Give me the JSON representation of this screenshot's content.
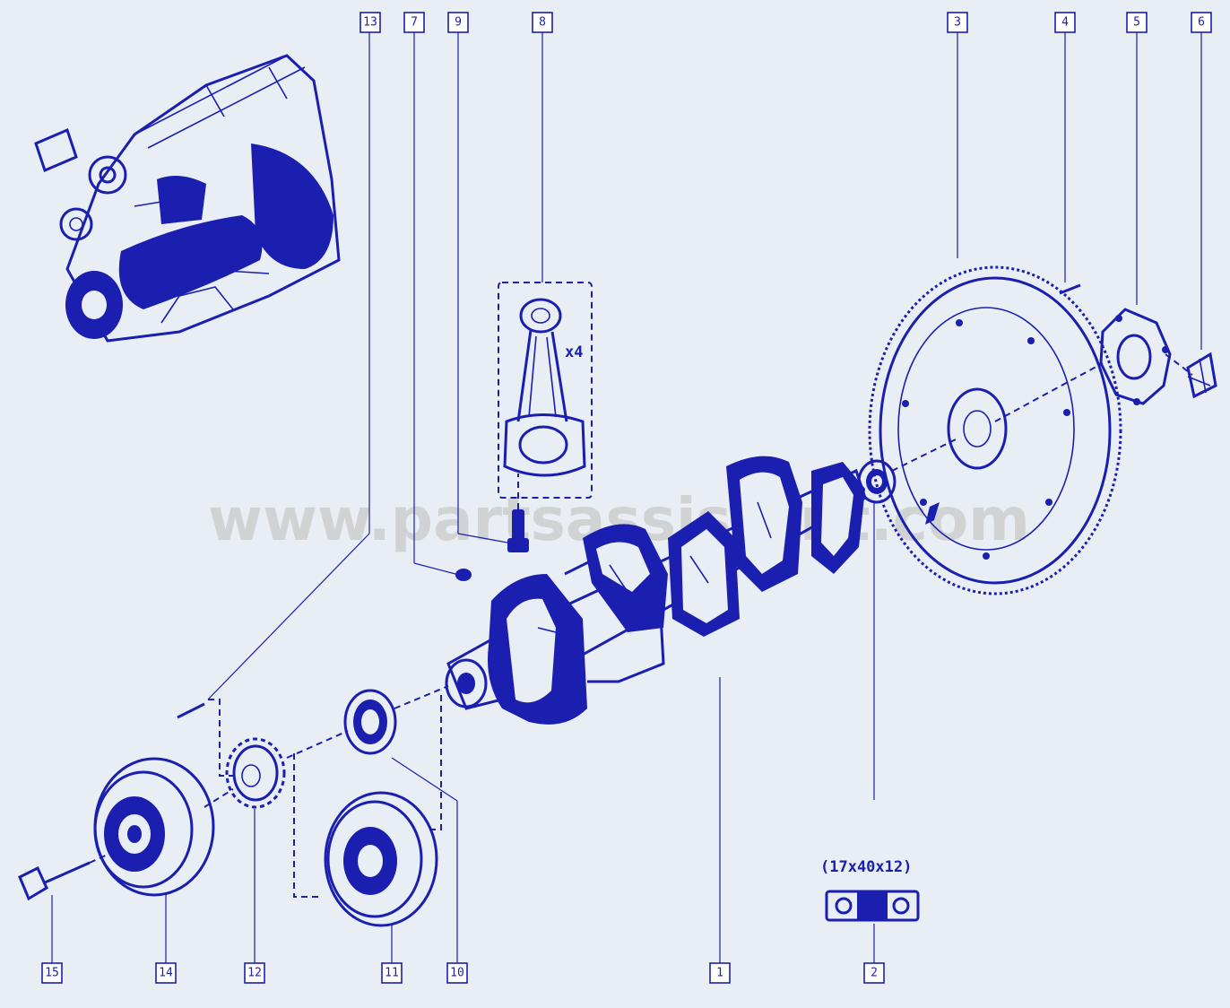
{
  "watermark": "www.partsassistant.com",
  "callouts": {
    "c1": "1",
    "c2": "2",
    "c3": "3",
    "c4": "4",
    "c5": "5",
    "c6": "6",
    "c7": "7",
    "c8": "8",
    "c9": "9",
    "c10": "10",
    "c11": "11",
    "c12": "12",
    "c13": "13",
    "c14": "14",
    "c15": "15"
  },
  "rod_quantity": "x4",
  "bearing_size": "(17x40x12)",
  "colors": {
    "ink": "#1a1fb0",
    "background": "#e9edf4",
    "watermark": "#c9c9c9"
  }
}
